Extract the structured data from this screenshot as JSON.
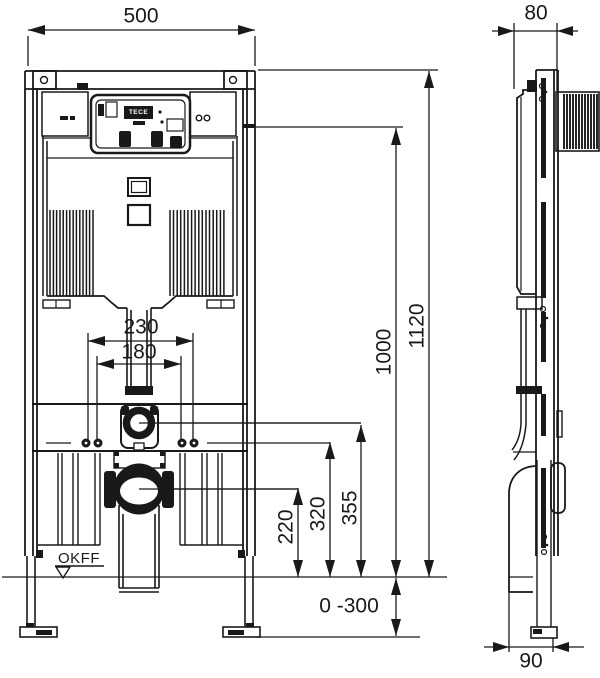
{
  "front_view": {
    "dim_width": "500",
    "dim_bolt_outer": "230",
    "dim_bolt_inner": "180",
    "dim_total_height": "1120",
    "dim_supply_height": "1000",
    "dim_flush_bend_height": "355",
    "dim_fixing_height": "320",
    "dim_drain_height": "220",
    "dim_floor_adjust": "0 -300",
    "floor_label": "OKFF",
    "brand": "TECE"
  },
  "side_view": {
    "dim_depth": "80",
    "dim_drain_offset": "90"
  },
  "colors": {
    "line": "#191919",
    "background": "#ffffff"
  }
}
